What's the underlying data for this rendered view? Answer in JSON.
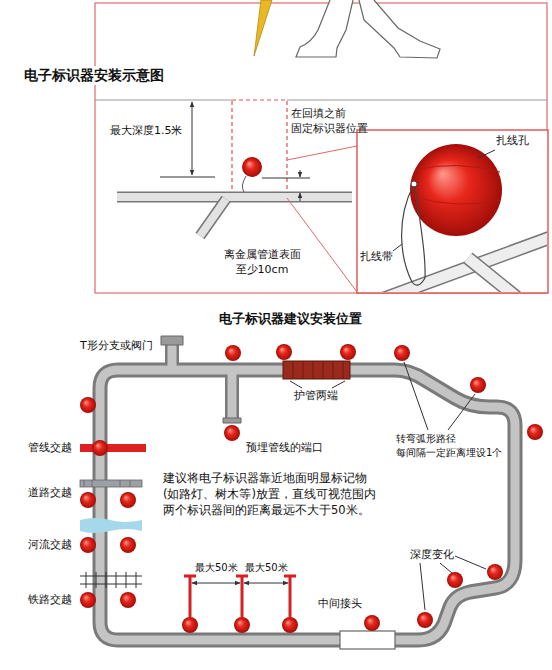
{
  "diagram": {
    "title": "电子标识器安装示意图",
    "labels": [
      "最大深度1.5米",
      "在回填之前 固定标识器位置",
      "离金属管道表面 至少10cm",
      "扎线孔",
      "扎线带",
      "电子标识器建议安装位置",
      "T形分支或阀门",
      "护管两端",
      "预埋管线的端口",
      "转弯弧形路径 每间隔一定距离埋设1个",
      "管线交越",
      "建议将电子标识器靠近地面明显标记物 (如路灯、树木等)放置，直线可视范围内 两个标识器间的距离最远不大于50米。",
      "道路交越",
      "河流交越",
      "最大50米",
      "最大50米",
      "深度变化",
      "铁路交越",
      "中间接头"
    ]
  }
}
